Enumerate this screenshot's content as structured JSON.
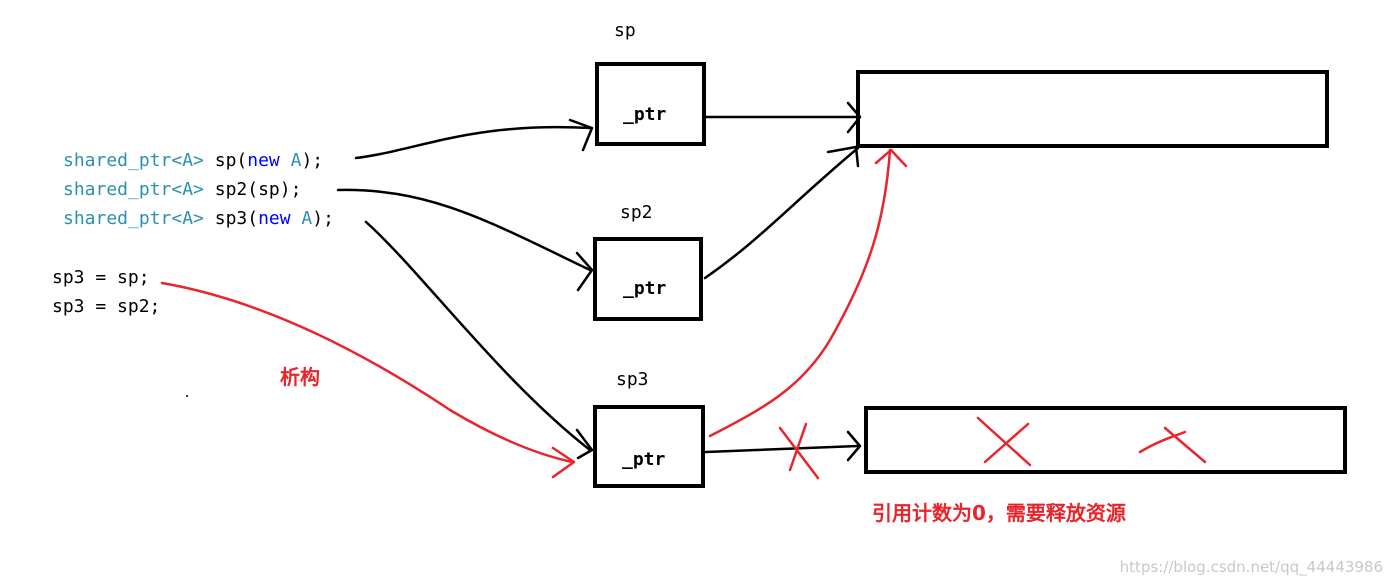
{
  "code": {
    "lines": [
      {
        "type_part": "shared_ptr<A>",
        "rest_a": " sp(",
        "kw": "new",
        "rest_b": " A",
        "tail": ");"
      },
      {
        "type_part": "shared_ptr<A>",
        "rest_a": " sp2(sp);",
        "kw": "",
        "rest_b": "",
        "tail": ""
      },
      {
        "type_part": "shared_ptr<A>",
        "rest_a": " sp3(",
        "kw": "new",
        "rest_b": " A",
        "tail": ");"
      }
    ],
    "assign": [
      "sp3 = sp;",
      "sp3 = sp2;"
    ]
  },
  "pointers": [
    {
      "name": "sp",
      "member": "_ptr"
    },
    {
      "name": "sp2",
      "member": "_ptr"
    },
    {
      "name": "sp3",
      "member": "_ptr"
    }
  ],
  "annotations": {
    "destruct": "析构",
    "release": "引用计数为0，需要释放资源"
  },
  "watermark": "https://blog.csdn.net/qq_44443986",
  "colors": {
    "type": "#2b91af",
    "keyword": "#0000ff",
    "text": "#000000",
    "red": "#e8242c"
  }
}
